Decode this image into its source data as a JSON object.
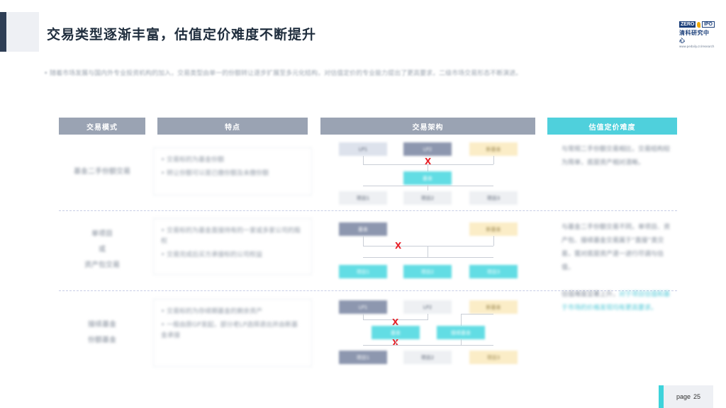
{
  "title": "交易类型逐渐丰富，估值定价难度不断提升",
  "logo": {
    "zero": "ZERO",
    "ipo": "IPO",
    "cn": "清科研究中心",
    "sub": "www.pedaily.cn/research"
  },
  "bullet": "随着市场发展与国内外专业投资机构的加入，交易类型由单一的份额转让逐步扩展至多元化结构，对估值定价的专业能力提出了更高要求，二级市场交易形态不断演进。",
  "headers": [
    "交易模式",
    "特点",
    "交易架构",
    "估值定价难度"
  ],
  "rows": [
    {
      "mode": [
        "基金二手份额交易"
      ],
      "features": [
        "交易标的为基金份额",
        "转让份额可以是已缴份额及未缴份额"
      ],
      "desc": "与常规二手份额交易相比，交易结构较为简单，底层资产相对清晰。",
      "desc_hl": ""
    },
    {
      "mode": [
        "单项目",
        "或",
        "资产包交易"
      ],
      "features": [
        "交易标的为基金直接持有的一家或多家公司的股权",
        "交易完成后买方承接标的公司权益"
      ],
      "desc": "与基金二手份额交易不同，单项目、资产包、接续基金交易属于“直接”类交易，需对底层资产逐一进行尽调与估值，",
      "desc_hl": ""
    },
    {
      "mode": [
        "接续基金",
        "份额基金"
      ],
      "features": [
        "交易标的为存续期基金的剩余资产",
        "一般由原GP发起，部分老LP选择退出并由新基金承接"
      ],
      "desc": "估值难度显著上升，",
      "desc_hl": "对于项目估值和基于市场的价格发现均有更高要求。"
    }
  ],
  "arch": {
    "r1": {
      "top": [
        "LP1",
        "LP2",
        "新基金"
      ],
      "mid": "基金",
      "bottom": [
        "项目1",
        "项目2",
        "项目3"
      ]
    },
    "r2": {
      "top": [
        "基金",
        "新基金"
      ],
      "bottom": [
        "项目1",
        "项目2",
        "项目3"
      ]
    },
    "r3": {
      "top": [
        "LP1",
        "LP2",
        "新基金"
      ],
      "mid": [
        "基金",
        "接续基金"
      ],
      "bottom": [
        "项目1",
        "项目2",
        "项目3"
      ]
    },
    "x": "X"
  },
  "page": {
    "label": "page",
    "num": "25"
  }
}
